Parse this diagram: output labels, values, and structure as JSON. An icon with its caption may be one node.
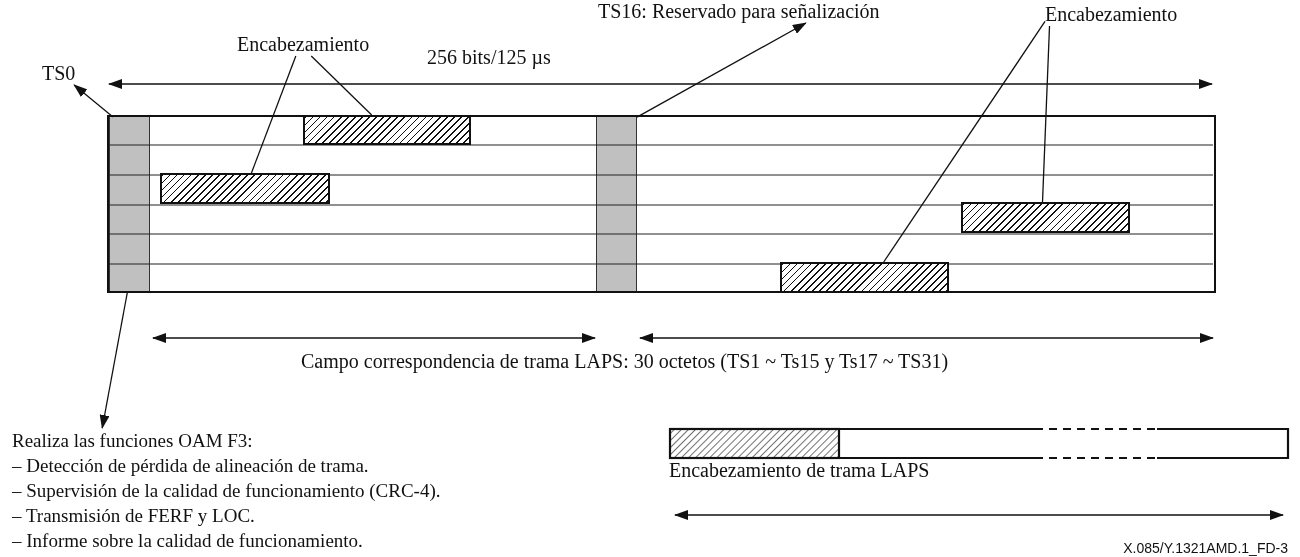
{
  "diagram": {
    "nodes": [
      {
        "text": [],
        "shape": "box"
      },
      {
        "text": [],
        "shape": "bar",
        "in": 0
      },
      {
        "text": [],
        "shape": "bar",
        "in": 0
      },
      {
        "text": [],
        "shape": "bar",
        "in": 0
      },
      {
        "text": [],
        "shape": "bar",
        "in": 0
      },
      {
        "text": [],
        "shape": "bar",
        "in": 0
      },
      {
        "text": [],
        "shape": "bar",
        "in": 0
      },
      {
        "text": [
          "TS0"
        ]
      },
      {
        "text": [
          "Encabezamiento"
        ]
      },
      {
        "text": [
          "TS16: Reservado para señalización"
        ]
      },
      {
        "text": [
          "Encabezamiento"
        ]
      },
      {
        "text": [
          "Realiza las funciones OAM F3:",
          "– Detección de pérdida de alineación de trama.",
          "– Supervisión de la calidad de funcionamiento (CRC-4).",
          "– Transmisión de FERF y LOC.",
          "– Informe sobre la calidad de funcionamiento."
        ]
      }
    ],
    "edges": [
      {
        "from": 1,
        "to": 7,
        "arrow": "to"
      },
      {
        "from": 1,
        "to": 11,
        "arrow": "to"
      },
      {
        "from": 2,
        "to": 9,
        "arrow": "to"
      },
      {
        "from": 8,
        "to": 3,
        "arrow": "none"
      },
      {
        "from": 8,
        "to": 4,
        "arrow": "none"
      },
      {
        "from": 10,
        "to": 5,
        "arrow": "none"
      },
      {
        "from": 10,
        "to": 6,
        "arrow": "none"
      }
    ],
    "labels": [
      "256 bits/125 µs",
      "Campo correspondencia de trama LAPS: 30 octetos (TS1 ~ Ts15 y Ts17 ~ TS31)",
      "Encabezamiento de trama LAPS",
      "X.085/Y.1321AMD.1_FD-3"
    ]
  }
}
